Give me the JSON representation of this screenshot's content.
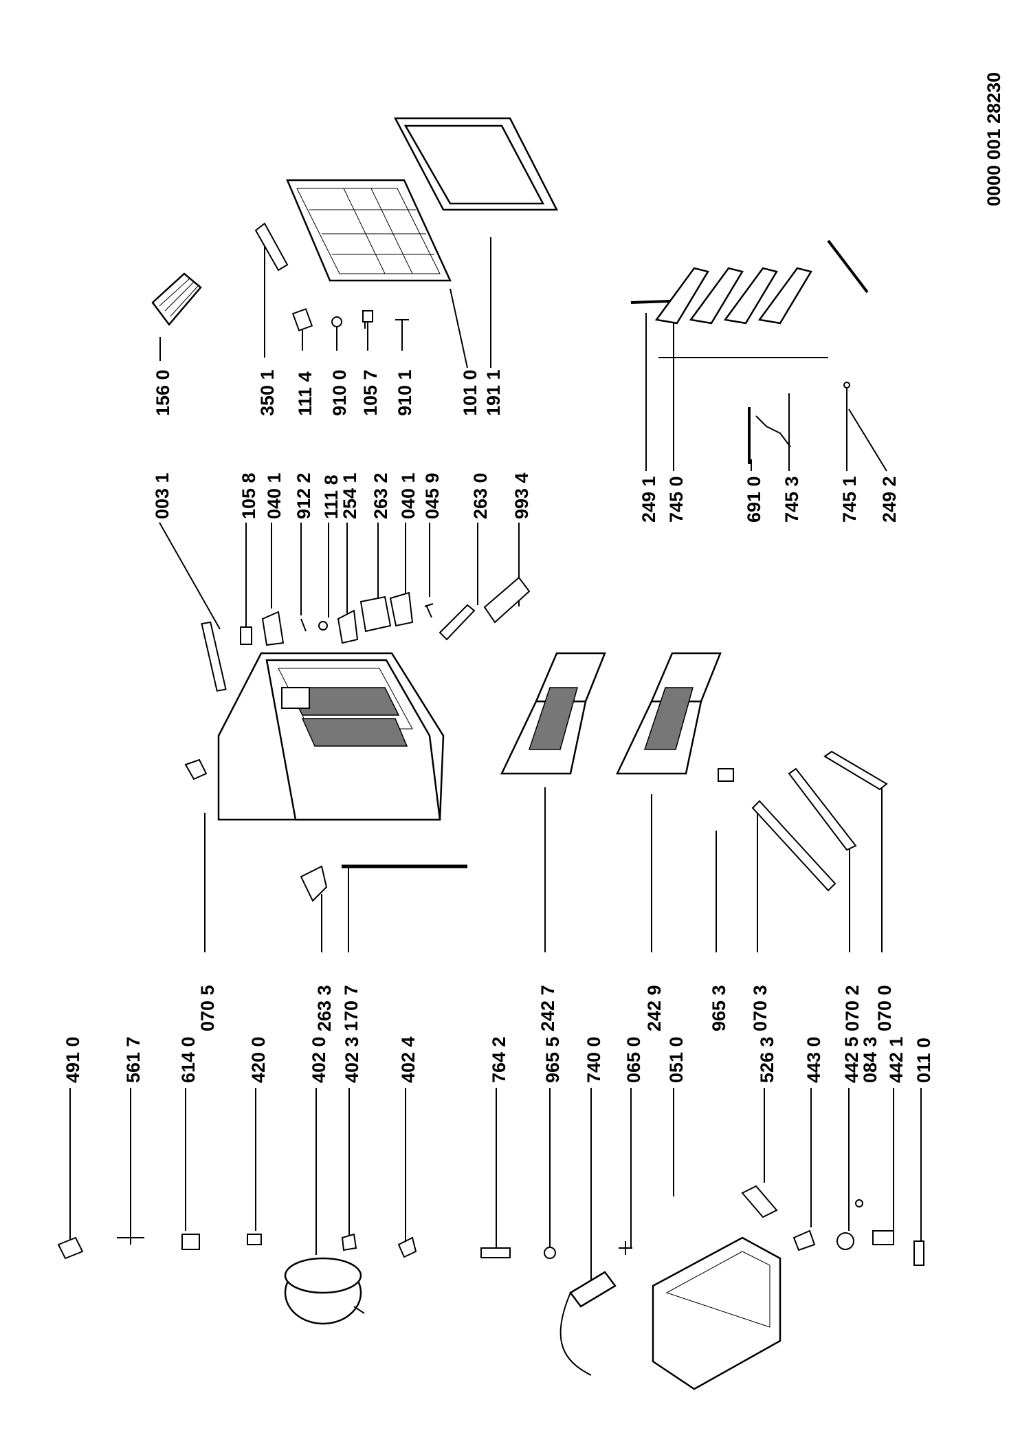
{
  "document": {
    "code": "0000 001 28230"
  },
  "parts": {
    "p4910": "491 0",
    "p5617": "561 7",
    "p6140": "614 0",
    "p4200": "420 0",
    "p4020": "402 0",
    "p4023": "402 3",
    "p4024": "402 4",
    "p7642": "764 2",
    "p9655": "965 5",
    "p7400": "740 0",
    "p0650": "065 0",
    "p0510": "051 0",
    "p5263": "526 3",
    "p4430": "443 0",
    "p4425": "442 5",
    "p0843": "084 3",
    "p4421": "442 1",
    "p0110": "011 0",
    "p0705": "070 5",
    "p2633": "263 3",
    "p1707": "170 7",
    "p2427": "242 7",
    "p2429": "242 9",
    "p9653": "965 3",
    "p0703": "070 3",
    "p0702": "070 2",
    "p0700": "070 0",
    "p0031": "003 1",
    "p1058": "105 8",
    "p0401a": "040 1",
    "p9122": "912 2",
    "p1118": "111 8",
    "p2541": "254 1",
    "p2632": "263 2",
    "p0401b": "040 1",
    "p0459": "045 9",
    "p2630": "263 0",
    "p9934": "993 4",
    "p1560": "156 0",
    "p3501": "350 1",
    "p1114": "111 4",
    "p9100": "910 0",
    "p1057": "105 7",
    "p9101": "910 1",
    "p1010": "101 0",
    "p1911": "191 1",
    "p2491": "249 1",
    "p7450": "745 0",
    "p6910": "691 0",
    "p7453": "745 3",
    "p7451": "745 1",
    "p2492": "249 2"
  }
}
